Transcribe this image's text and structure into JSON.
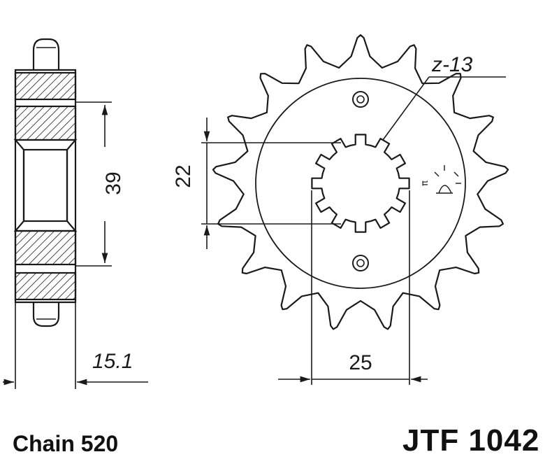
{
  "drawing": {
    "teeth_count_label": "z-13",
    "width_label": "15.1",
    "bolt_distance_label": "39",
    "inner_diameter_label": "22",
    "spline_diameter_label": "25",
    "symbol_label": "π"
  },
  "footer": {
    "chain_label": "Chain 520",
    "part_number": "JTF 1042"
  },
  "colors": {
    "line": "#1a1a1a",
    "background": "#ffffff"
  }
}
